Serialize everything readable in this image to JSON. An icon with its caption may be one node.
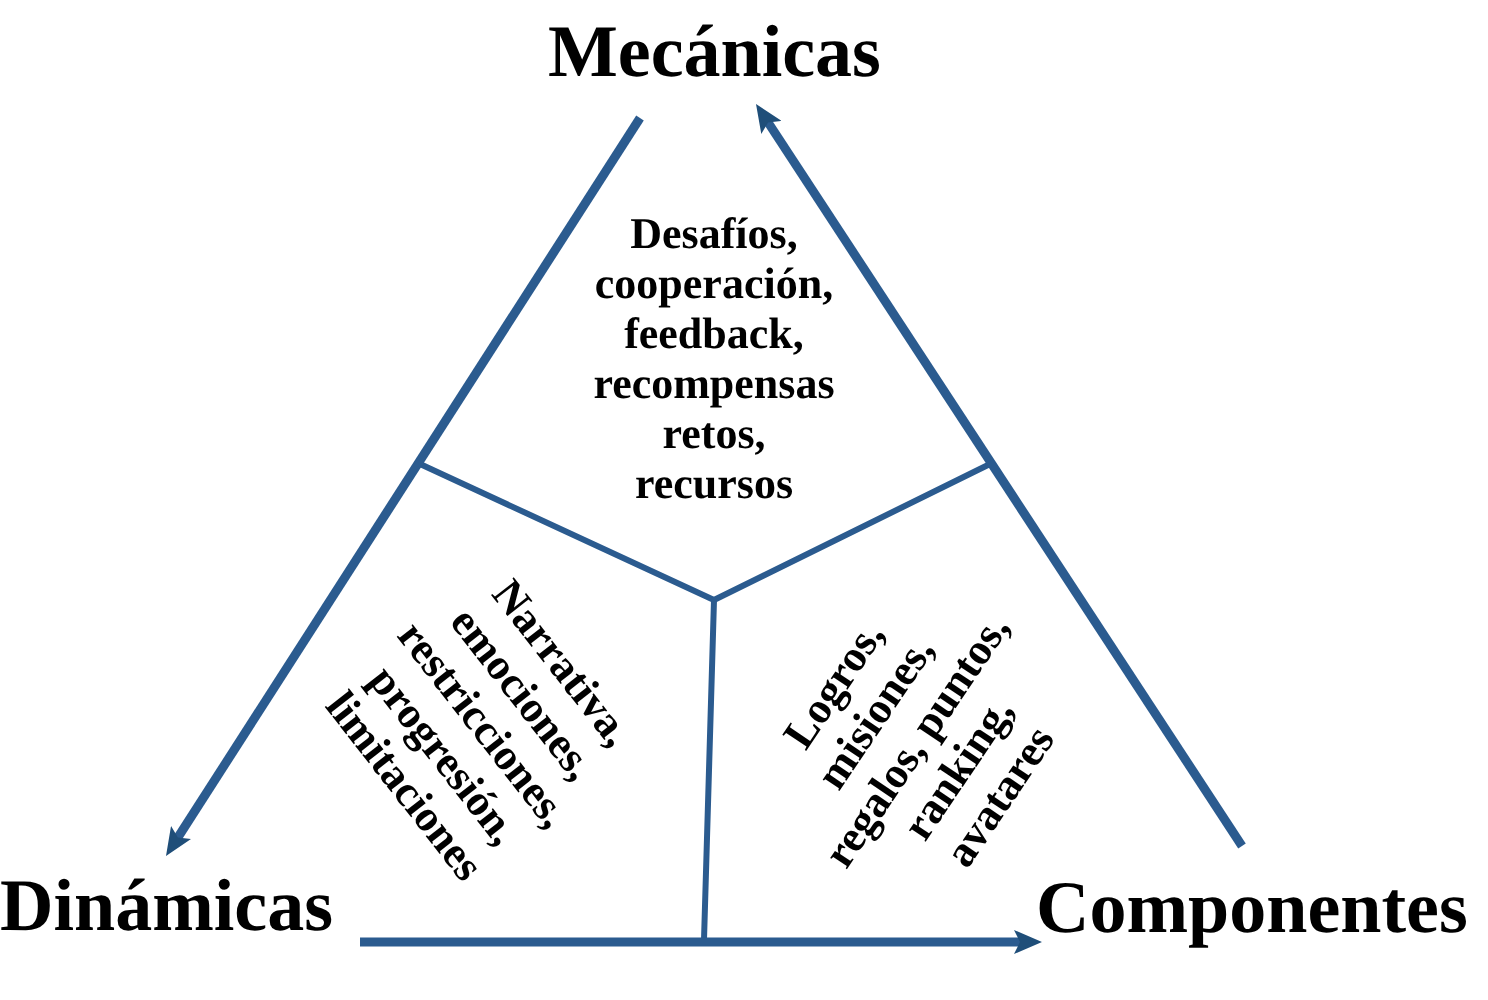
{
  "diagram": {
    "nodes": [
      {
        "text": [
          "Mecánicas"
        ]
      },
      {
        "text": [
          "Dinámicas"
        ]
      },
      {
        "text": [
          "Componentes"
        ]
      }
    ],
    "edges": [
      {
        "from": 0,
        "to": 1,
        "arrow": "to"
      },
      {
        "from": 1,
        "to": 2,
        "arrow": "to"
      },
      {
        "from": 2,
        "to": 0,
        "arrow": "to"
      }
    ],
    "labels": [
      "Desafíos, cooperación, feedback, recompensas retos, recursos",
      "Narrativa, emociones, restricciones, progresión, limitaciones",
      "Logros, misiones, regalos, puntos, ranking, avatares"
    ]
  }
}
